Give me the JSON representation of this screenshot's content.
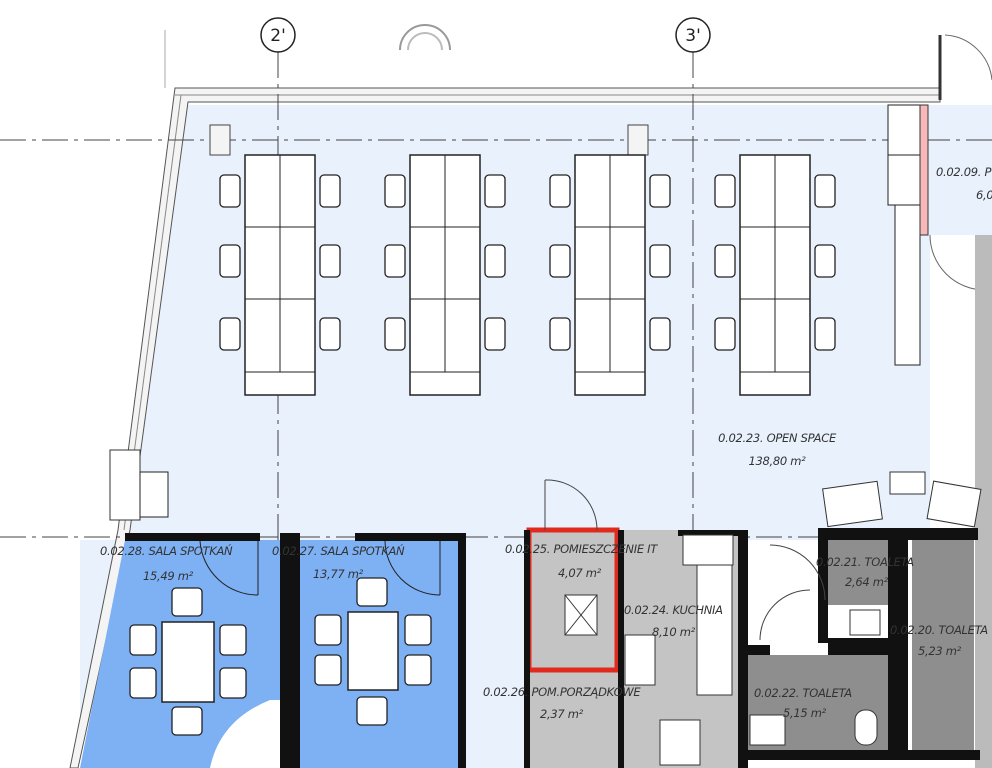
{
  "axes": [
    {
      "label": "2'"
    },
    {
      "label": "3'"
    }
  ],
  "rooms": {
    "open_space": {
      "name": "0.02.23. OPEN SPACE",
      "area": "138,80 m²"
    },
    "room_0209": {
      "name": "0.02.09. P",
      "area": "6,0"
    },
    "sala_28": {
      "name": "0.02.28. SALA SPOTKAŃ",
      "area": "15,49 m²"
    },
    "sala_27": {
      "name": "0.02.27. SALA SPOTKAŃ",
      "area": "13,77 m²"
    },
    "it_room": {
      "name": "0.02.25. POMIESZCZENIE IT",
      "area": "4,07 m²"
    },
    "kitchen": {
      "name": "0.02.24. KUCHNIA",
      "area": "8,10 m²"
    },
    "cleaning": {
      "name": "0.02.26. POM.PORZĄDKOWE",
      "area": "2,37 m²"
    },
    "toilet_21": {
      "name": "0.02.21. TOALETA",
      "area": "2,64 m²"
    },
    "toilet_20": {
      "name": "0.02.20. TOALETA",
      "area": "5,23 m²"
    },
    "toilet_22": {
      "name": "0.02.22. TOALETA",
      "area": "5,15 m²"
    }
  },
  "colors": {
    "open_space": "#e8f1fc",
    "meeting": "#7eb0f4",
    "service": "#c4c4c4",
    "toilet": "#8e8e8e",
    "highlight": "#e02a1e"
  }
}
